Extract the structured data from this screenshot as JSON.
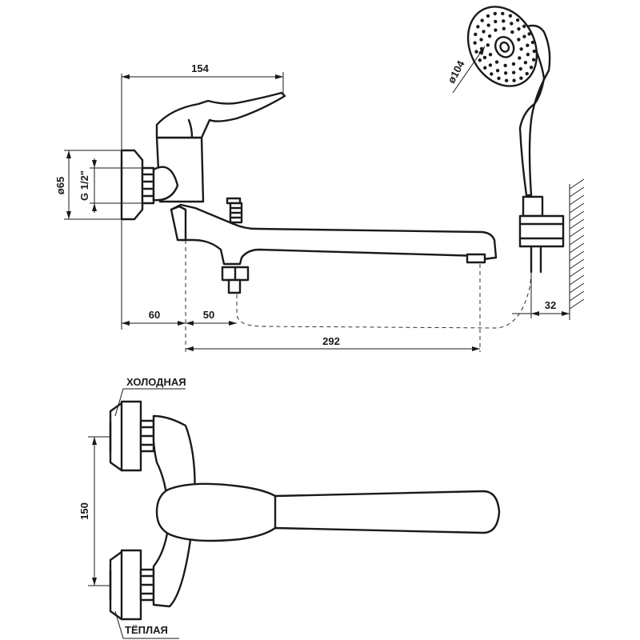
{
  "dimensions": {
    "overall_width": "154",
    "wall_to_body": "60",
    "body_to_diverter": "50",
    "spout_length": "292",
    "wall_offset": "32",
    "escutcheon_dia": "ø65",
    "thread": "G 1/2\"",
    "showerhead_dia": "ø104",
    "inlet_spacing": "150"
  },
  "labels": {
    "cold": "ХОЛОДНАЯ",
    "warm": "ТЁПЛАЯ"
  }
}
